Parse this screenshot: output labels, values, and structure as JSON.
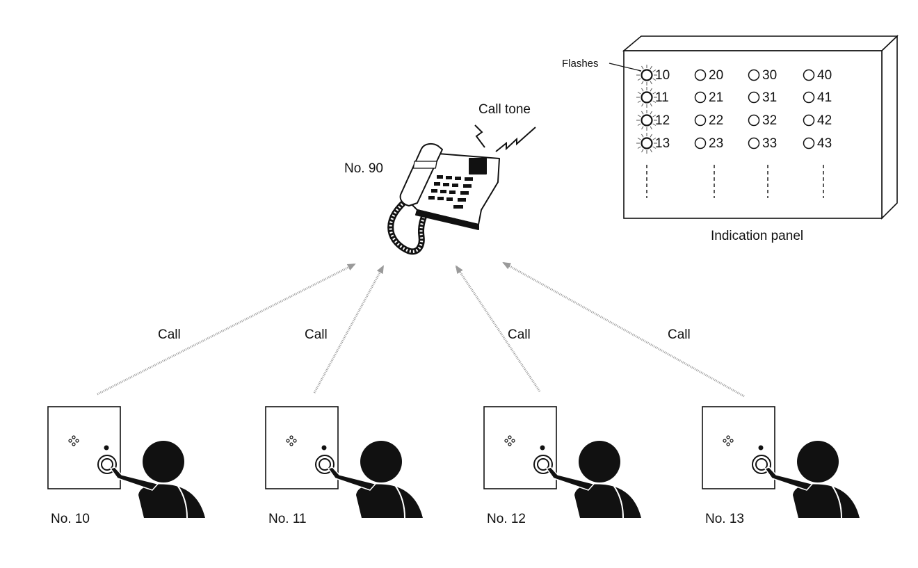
{
  "phone": {
    "label": "No. 90",
    "tone_label": "Call tone"
  },
  "panel": {
    "caption": "Indication panel",
    "flash_label": "Flashes",
    "columns": [
      [
        "10",
        "11",
        "12",
        "13"
      ],
      [
        "20",
        "21",
        "22",
        "23"
      ],
      [
        "30",
        "31",
        "32",
        "33"
      ],
      [
        "40",
        "41",
        "42",
        "43"
      ]
    ],
    "flashing": [
      "10",
      "11",
      "12",
      "13"
    ]
  },
  "arrows": {
    "label": "Call",
    "count": 4
  },
  "stations": [
    {
      "label": "No. 10"
    },
    {
      "label": "No. 11"
    },
    {
      "label": "No. 12"
    },
    {
      "label": "No. 13"
    }
  ]
}
